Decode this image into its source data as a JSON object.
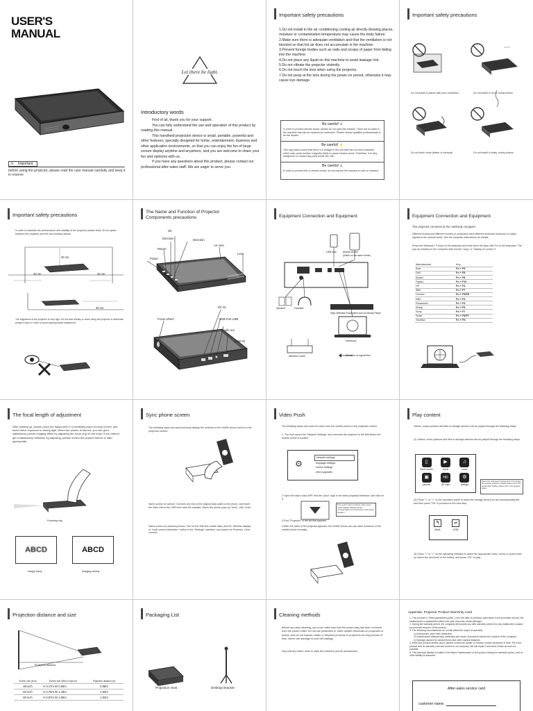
{
  "cover": {
    "title_line1": "USER'S",
    "title_line2": "MANUAL",
    "important_label": "Important",
    "important_text": "before using the projector, please read the user manual carefully and keep it in reserve"
  },
  "intro": {
    "logo_text": "Let there be light.",
    "heading": "Introductory words",
    "paragraphs": [
      "First of all, thank you for your support.",
      "You can fully understand the use and operation of this product by reading this manual.",
      "This handheld projection device is small, portable, powerful and other features; specially designed for home, entertainment, business and other application environments, so that you can enjoy the fun of large screen display anytime and anywhere, and you are welcome to share your fun and opinions with us.",
      "If you have any questions about this product, please contact our professional after-sales staff. We are eager to serve you."
    ]
  },
  "safety1": {
    "title": "Important safety precautions",
    "items": [
      "1.Do not install in the air conditioning cooling air directly blowing places, moisture or contamination temperature may cause the body failure.",
      "2.Make sure there is adequate ventilation and that the ventilation is not blocked so that hot air does not accumulate in the machine.",
      "3.Prevent foreign bodies such as nails and scraps of paper from falling into the machine.",
      "4.Do not place any liquid on this machine to avoid leakage risk.",
      "5.Do not vibrate the projector violently.",
      "6.Do not touch the lens when using the projector.",
      "7.Do not peep at the lens during the power-on period, otherwise it may cause eye damage."
    ],
    "warnings": [
      {
        "head": "Be careful!",
        "text": "In order to prevent electric shock, please do not open the chassis. There are no parts in the machine that can be repaired by customers. Please entrust qualified professionals to do the repairs."
      },
      {
        "head": "Be careful!",
        "text": "This logo warns users that there is a voltage in the unit that has not been insulated, which may cause surface magnetic fields to cause electric shock. Therefore, it is very dangerous to contact any parts inside the unit."
      },
      {
        "head": "Be careful!",
        "text": "In order to prevent fire or electric shock, do not expose the machine to rain or moisture."
      }
    ]
  },
  "safety2": {
    "title": "Important safety precautions",
    "captions": [
      "Do not install in places with poor ventilation.",
      "Do not install in hot or humid places",
      "Do not block vents (intake or exhaust)",
      "Do not install in dusty, smoky places"
    ]
  },
  "safety3": {
    "title": "Important safety precautions",
    "text": "In order to maintain the performance and stability of the projector please leave 30 cm space between the projector and the surrounding objects.",
    "dim_label": "30 cm",
    "note": "The brightness of the projector is very high. Do not look directly or avoid using the projector to illuminate people's eyes, in order to avoid causing visual impairment"
  },
  "components": {
    "title_line1": "The Name and Function of Projector",
    "title_line2": "Components precautions",
    "labels": {
      "ok": "OK",
      "direction_left": "Direction",
      "direction_right": "Direction",
      "return": "Return",
      "air_vent": "Air Vent",
      "power": "Power",
      "lens": "Lens",
      "dc_in": "DC IN",
      "usb": "USB Port USB",
      "focus": "Focus wheel",
      "audio": "Audio out",
      "hdmi": "HDMI IN"
    }
  },
  "equipment1": {
    "title": "Equipment Connection and Equipment",
    "usb_disk": "USB disk",
    "mobile": "Mobile phone",
    "mobile_note": "(Switch on the same screen)",
    "speaker": "Speaker",
    "headset": "Headset",
    "hd_player": "High-Definition Equipment such as Bluray Player",
    "notebook": "Notebook",
    "router": "Wireless router",
    "direction": "Direction of signal flow"
  },
  "equipment2": {
    "title": "Equipment Connection and Equipment",
    "intro": "The projector connects to the notebook computer",
    "text1": "Different brands and different models of computers have different keyboard shortcuts to output signals to the outside world. See the computer instructions for details.",
    "text2": "Press the Windows+ P keys on the keyboard and hold down the keys with P4 on the keyboard. The pop-up window on the computer side choose \"copy\" or \"display on screen 2\"",
    "col1": "Manufacturer",
    "col2": "Key",
    "rows": [
      [
        "Acer",
        "Fn + F5"
      ],
      [
        "Dell",
        "Fn + F8"
      ],
      [
        "Epson",
        "Fn + F8"
      ],
      [
        "Fujitsu",
        "Fn + F10"
      ],
      [
        "HP",
        "Fn + F4"
      ],
      [
        "IBM",
        "Fn + F7"
      ],
      [
        "Lenovo",
        "Fn + F3/F8"
      ],
      [
        "NEC",
        "Fn + F3"
      ],
      [
        "Panasonic",
        "Fn + F3"
      ],
      [
        "Sharp",
        "Fn + F5"
      ],
      [
        "Sony",
        "Fn + F7"
      ],
      [
        "Sotai",
        "Fn + F5/F7"
      ],
      [
        "Toshiba",
        "Fn + F5"
      ]
    ]
  },
  "focal": {
    "title": "The focal length of adjustment",
    "text": "After starting up, please place the equipment in a ventilated place to keep it level, and avoid direct exposure to strong light. When the picture is blurred, you can get a satisfactory picture imaging effect by adjusting the focus ring on the body. If you cannot get a satisfactory definition by adjusting, please review the product before or after appropriate.",
    "focusing_ring": "Focusing ring",
    "abcd": "ABCD",
    "fuzzy": "Image fuzzy",
    "clearly": "Imaging clearly"
  },
  "sync": {
    "title": "Sync phone screen",
    "text": "The following steps can synchronously display the contents of the mobile phone screen to the projection screen.",
    "iphone": "Same screen on iphone: Connect one end of the original data cable to the phone, and insert the other end to the USB from near the speaker. When the phone pops up \"trust\", click \"trust\".",
    "android": "Same screen on Android phones: Turn on the Wifi and mobile data, find the \"wireless display\" or \"multi screen interaction\" button in the \"Settings\" interface, and search for Protector. Click connect."
  },
  "video": {
    "title": "Video Push",
    "text": "The following steps can push the video from the mobile phone to the projection screen.",
    "step1": "1. The host opens the \"Network Settings\" and connects the projector to the Wifi where the mobile phone is located.",
    "menu": [
      "Network settings",
      "language settings",
      "screen settings",
      "other upgrades"
    ],
    "step2": "2.Open the video class APP, find the \"push\" sign in the video playback interface, and click on it.",
    "tip": "The \"push\" mark of various video apps varies slightly. Please find the corresponding icon according to the actual situation.",
    "step3": "3.Find \"Projector\" in the list that appears.",
    "step4": "4.After the video of the projector appears, the mobile phone can use other functions of the mobile phone normally."
  },
  "play": {
    "title": "Play content",
    "text": "Videos, music pictures and files in storage devices can be played through the following steps.",
    "step1": "(1) Videos, music pictures and files in storage devices can be played through the following steps.",
    "icons": [
      "Same screen",
      "movie",
      "music",
      "pictures",
      "HD input",
      "settings"
    ],
    "hint": "Due to the continuous improvement of the design, the software interface is slightly different from the actual effect display. Please refer to the physical object.",
    "step2": "(2) Press \"<\" or \">\" on the operation panel to select the storage device for the corresponding file, and then press \"OK\" to proceed to the next step.",
    "back": "Back",
    "usb": "USB",
    "step3": "(3) Press \"<\" or \">\" on the operating interface to select the appropriate video, music or picture files (or select the next level of the folder), and press \"OK\" to play."
  },
  "distance": {
    "title": "Projection distance and size",
    "diagram_label": "Projection distance",
    "col1": "Screen size (inch)",
    "col2": "Screen size Wide X high (m)",
    "col3": "Projection distance (m)",
    "rows": [
      [
        "36 inch",
        "H 0.47m W 0.80m",
        "0.98m"
      ],
      [
        "50 inch",
        "H 0.75m W 1.33m",
        "1.60m"
      ],
      [
        "60 inch",
        "H 0.87m W 1.55m",
        "1.82m"
      ]
    ]
  },
  "packaging": {
    "title": "Packaging List",
    "item1": "Projection Host",
    "item2": "Desktop Bracket"
  },
  "cleaning": {
    "title": "Cleaning methods",
    "p1": "Before you start cleaning, you must make sure that the power plug has been removed from the power outlet. Do not use pesticides or other volatile chemicals on projectors or lenses, and do not expose rubber or ethylene products to projectors for long periods of time, which can damage or peel off coatings.",
    "p2": "Use soft dry cotton cloth to wipe the machine and its accessories."
  },
  "warranty": {
    "title": "Appendix: Projector Product Warranty Card",
    "items": [
      "1. This product is \"three guarantees policy\", from the date of purchase (whichever is the purchase record), the maintenance is guaranteed within one year (non-man-made damage).",
      "2. During the warranty period, the company will provide you with warranty service for any malfunction caused by technical reasons of the product.",
      "3. The following circumstances do not fall within the scope of warranty:",
      "1) Accessories other than mainframe",
      "2) Unauthorized disassembly, assembly and repair of products without the consent of the company.",
      "3) Damage caused by natural forces and other natural disasters.",
      "4. When the product breaks down, please contact the dealer or network service personnel in time. Fill in the product and its warranty card and send it to our company. We will repair it and send it back as soon as possible.",
      "5. This warranty liability is limited to the failure maintenance of the product during the warranty period, and no other liability is assumed."
    ],
    "card_title": "After-sales service card",
    "customer": "customer name:"
  }
}
